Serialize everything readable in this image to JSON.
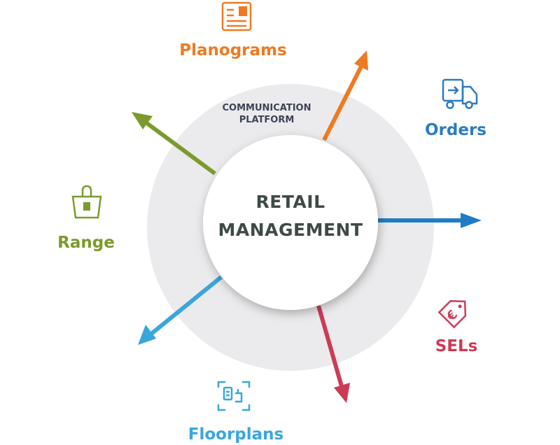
{
  "center": {
    "line1": "RETAIL",
    "line2": "MANAGEMENT"
  },
  "platform": {
    "line1": "COMMUNICATION",
    "line2": "PLATFORM"
  },
  "modules": {
    "planograms": {
      "label": "Planograms",
      "icon": "planogram-icon",
      "color": "#ee7a22"
    },
    "orders": {
      "label": "Orders",
      "icon": "delivery-truck-icon",
      "color": "#2c7cc1"
    },
    "sels": {
      "label": "SELs",
      "icon": "euro-price-tag-icon",
      "color": "#cc3b55"
    },
    "floorplans": {
      "label": "Floorplans",
      "icon": "floorplan-icon",
      "color": "#3aa6dd"
    },
    "range": {
      "label": "Range",
      "icon": "shopping-bag-icon",
      "color": "#7c9a2d"
    }
  },
  "colors": {
    "ring": "#ebebed",
    "center_fill": "#ffffff",
    "center_text": "#3f4a46",
    "platform_text": "#3e4256",
    "arrow_right": "#1f7cc5"
  }
}
